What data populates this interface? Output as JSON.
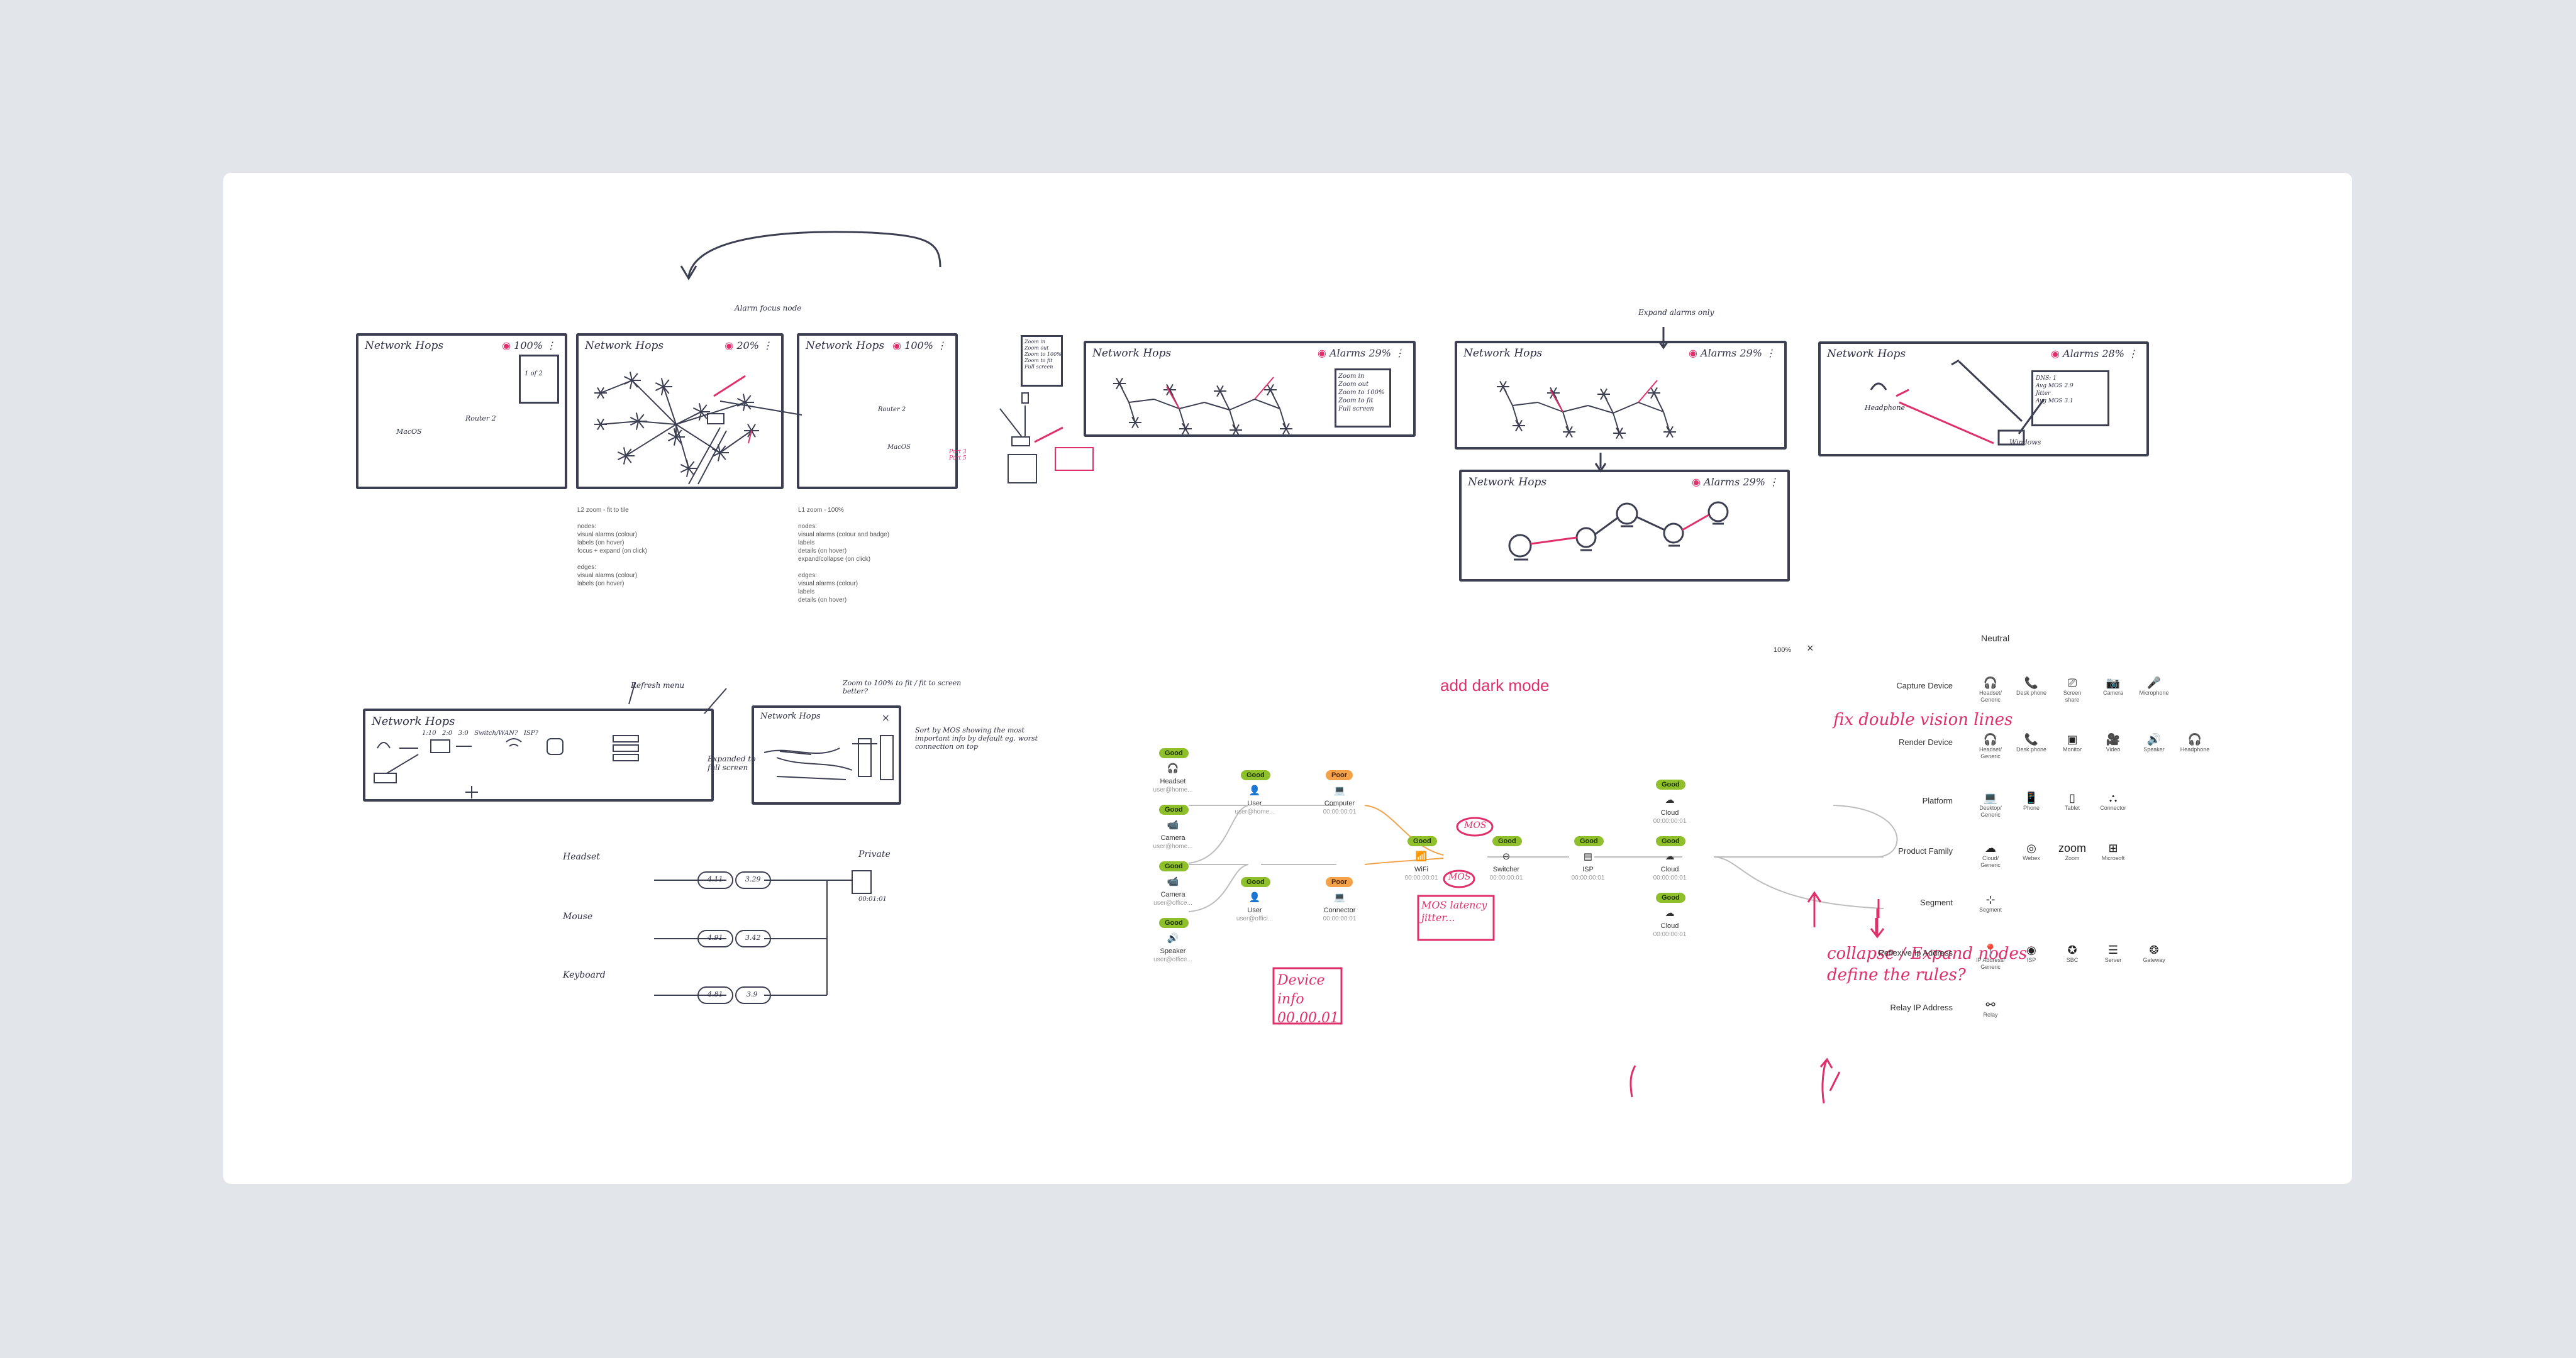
{
  "sketches": {
    "title": "Network Hops",
    "frame1_pct": "100%",
    "frame2_pct": "20%",
    "frame3_pct": "100%",
    "frame4_right": "Alarms 29%",
    "frame5_right": "Alarms 29%",
    "frame6_right": "Alarms 29%",
    "frame7_right": "Alarms 28%",
    "ann_alarm": "Alarm focus node",
    "ann_expand": "Expand alarms only",
    "ann_menu": "Zoom in\nZoom out\nZoom to 100%\nZoom to fit\nFull screen",
    "ann_refresh": "Refresh menu",
    "ann_zoom100": "Zoom to 100% to fit / fit to screen better?",
    "ann_sort": "Sort by MOS showing the most important info by default eg. worst connection on top",
    "ann_expanded": "Expanded to full screen",
    "f1_node1": "MacOS",
    "f1_node2": "Router 2",
    "f1_stats": "1 of 2",
    "f3_node1": "Router 2",
    "f3_node2": "MacOS",
    "f3_ports": "Port 3\nPort 5",
    "f4_menu": "Zoom in\nZoom out\nZoom to 100%\nZoom to fit\nFull screen",
    "f7_node1": "Headphone",
    "f7_node2": "Windows",
    "f7_box": "DNS: 1\nAvg MOS 2.9\nJitter\nAvg MOS 3.1",
    "f8_items": "1:10   2:0   3:0   Switch/WAN?   ISP?",
    "list_headset": "Headset",
    "list_mouse": "Mouse",
    "list_keyboard": "Keyboard",
    "list_private": "Private",
    "list_pill1": "4.11",
    "list_pill2": "3.29",
    "list_pill3": "4.91",
    "list_pill4": "3.42",
    "list_pill5": "4.81",
    "list_pill6": "3.9",
    "list_time": "00:01:01"
  },
  "notes_l2": [
    "L2 zoom - fit to tile",
    "",
    "nodes:",
    "visual alarms (colour)",
    "labels (on hover)",
    "focus + expand (on click)",
    "",
    "edges:",
    "visual alarms (colour)",
    "labels (on hover)"
  ],
  "notes_l1": [
    "L1 zoom - 100%",
    "",
    "nodes:",
    "visual alarms (colour and badge)",
    "labels",
    "details (on hover)",
    "expand/collapse (on click)",
    "",
    "edges:",
    "visual alarms (colour)",
    "labels",
    "details (on hover)"
  ],
  "diagram": {
    "heading": "add dark mode",
    "zoom": "100%",
    "close": "×",
    "good": "Good",
    "poor": "Poor",
    "nodes": {
      "headset": {
        "label": "Headset",
        "sub": "user@home..."
      },
      "camera1": {
        "label": "Camera",
        "sub": "user@home..."
      },
      "camera2": {
        "label": "Camera",
        "sub": "user@office..."
      },
      "speaker": {
        "label": "Speaker",
        "sub": "user@office..."
      },
      "user1": {
        "label": "User",
        "sub": "user@home..."
      },
      "user2": {
        "label": "User",
        "sub": "user@offici..."
      },
      "computer": {
        "label": "Computer",
        "sub": "00:00:00:01"
      },
      "connector": {
        "label": "Connector",
        "sub": "00:00:00:01"
      },
      "wifi": {
        "label": "WiFi",
        "sub": "00:00:00:01"
      },
      "switcher": {
        "label": "Switcher",
        "sub": "00:00:00:01"
      },
      "isp": {
        "label": "ISP",
        "sub": "00:00:00:01"
      },
      "cloud1": {
        "label": "Cloud",
        "sub": "00:00:00:01"
      },
      "cloud2": {
        "label": "Cloud",
        "sub": "00:00:00:01"
      },
      "cloud3": {
        "label": "Cloud",
        "sub": "00:00:00:01"
      }
    },
    "ann_fix": "fix double vision lines",
    "ann_collapse": "collapse / Expand nodes define the rules?",
    "ann_device": "Device info 00.00.01",
    "ann_mos": "MOS latency jitter...",
    "ann_mos_short": "MOS",
    "ann_mos_top": "MOS"
  },
  "legend": {
    "neutral": "Neutral",
    "rows": [
      {
        "label": "Capture Device",
        "icons": [
          [
            "headset-icon",
            "🎧",
            "Headset/\nGeneric"
          ],
          [
            "phone-icon",
            "📞",
            "Desk phone"
          ],
          [
            "screen-icon",
            "⎚",
            "Screen\nshare"
          ],
          [
            "camera-icon",
            "📷",
            "Camera"
          ],
          [
            "microphone-icon",
            "🎤",
            "Microphone"
          ]
        ]
      },
      {
        "label": "Render Device",
        "icons": [
          [
            "headset-icon",
            "🎧",
            "Headset/\nGeneric"
          ],
          [
            "phone-icon",
            "📞",
            "Desk phone"
          ],
          [
            "monitor-icon",
            "▣",
            "Monitor"
          ],
          [
            "video-icon",
            "🎥",
            "Video"
          ],
          [
            "speaker-icon",
            "🔊",
            "Speaker"
          ],
          [
            "headphone-icon",
            "🎧",
            "Headphone"
          ]
        ]
      },
      {
        "label": "Platform",
        "icons": [
          [
            "desktop-icon",
            "💻",
            "Desktop/\nGeneric"
          ],
          [
            "mobile-icon",
            "📱",
            "Phone"
          ],
          [
            "tablet-icon",
            "▯",
            "Tablet"
          ],
          [
            "connector-icon",
            "⛬",
            "Connector"
          ]
        ]
      },
      {
        "label": "Product Family",
        "icons": [
          [
            "cloud-icon",
            "☁",
            "Cloud/\nGeneric"
          ],
          [
            "webex-icon",
            "◎",
            "Webex"
          ],
          [
            "zoom-icon",
            "zoom",
            "Zoom"
          ],
          [
            "microsoft-icon",
            "⊞",
            "Microsoft"
          ]
        ]
      },
      {
        "label": "Segment",
        "icons": [
          [
            "segment-icon",
            "⊹",
            "Segment"
          ]
        ]
      },
      {
        "label": "Reflexive Ip Address",
        "icons": [
          [
            "location-icon",
            "📍",
            "IP Address/\nGeneric"
          ],
          [
            "isp-icon",
            "◉",
            "ISP"
          ],
          [
            "sbc-icon",
            "✪",
            "SBC"
          ],
          [
            "server-icon",
            "☰",
            "Server"
          ],
          [
            "gateway-icon",
            "❂",
            "Gateway"
          ]
        ]
      },
      {
        "label": "Relay IP Address",
        "icons": [
          [
            "relay-icon",
            "⚯",
            "Relay"
          ]
        ]
      }
    ]
  },
  "colors": {
    "stroke": "#3c3f52",
    "accent": "#e0306b",
    "good": "#8fbf2a",
    "poor": "#f3a24a"
  }
}
